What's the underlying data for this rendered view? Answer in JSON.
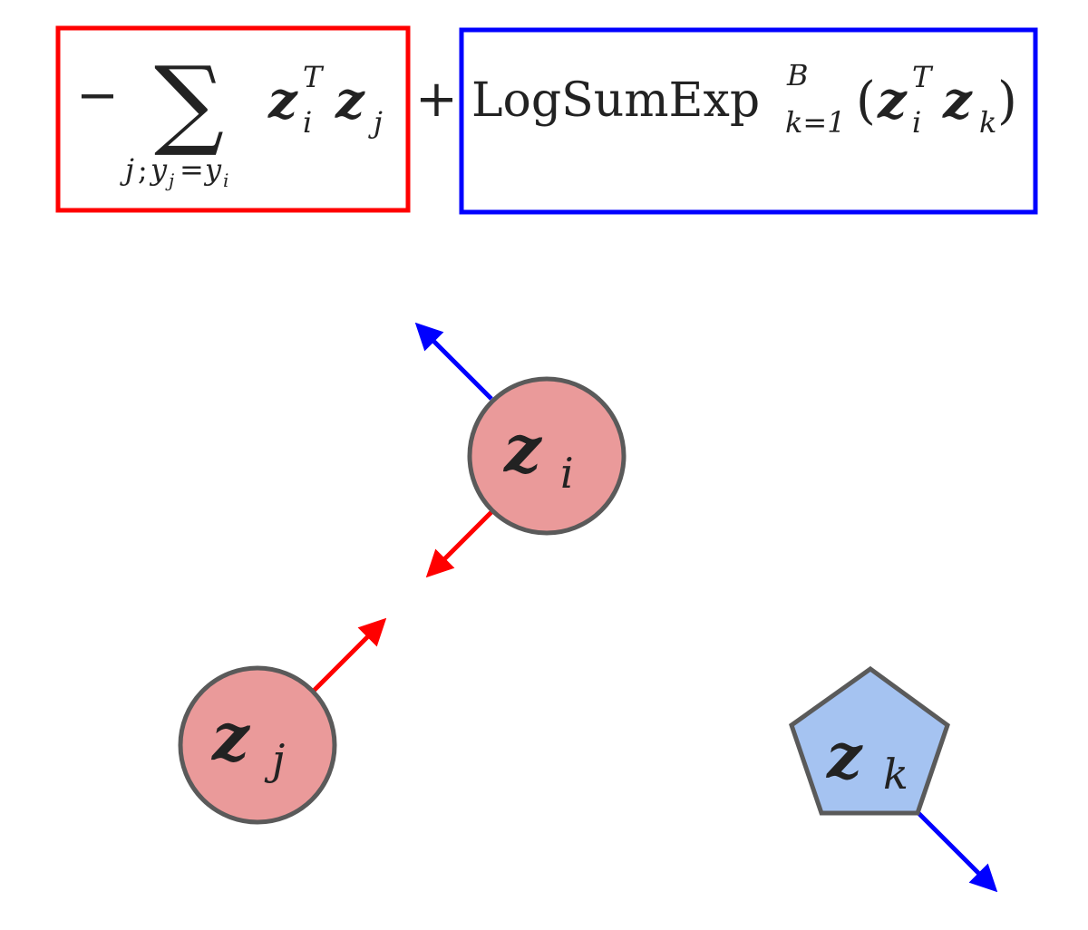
{
  "formula": {
    "minus": "−",
    "sigma": "∑",
    "sum_index": {
      "j": "j",
      "sep": ";",
      "y": "y",
      "sub_j": "j",
      "eq": "=",
      "y2": "y",
      "sub_i": "i"
    },
    "left_term": {
      "z1": "z",
      "sub_i": "i",
      "sup_T": "T",
      "z2": "z",
      "sub_j": "j"
    },
    "plus": "+",
    "right_term": {
      "func": "LogSumExp",
      "sup_B": "B",
      "sub_range": "k=1",
      "open_paren": "(",
      "z1": "z",
      "sub_i": "i",
      "sup_T": "T",
      "z2": "z",
      "sub_k": "k",
      "close_paren": ")"
    }
  },
  "nodes": {
    "zi": {
      "symbol": "z",
      "subscript": "i"
    },
    "zj": {
      "symbol": "z",
      "subscript": "j"
    },
    "zk": {
      "symbol": "z",
      "subscript": "k"
    }
  },
  "colors": {
    "attract": "#ff0000",
    "repel": "#0000ff",
    "positive_node": "#ea9a9a",
    "negative_node": "#a5c3f1",
    "node_stroke": "#5a5a5a",
    "text": "#222222"
  }
}
